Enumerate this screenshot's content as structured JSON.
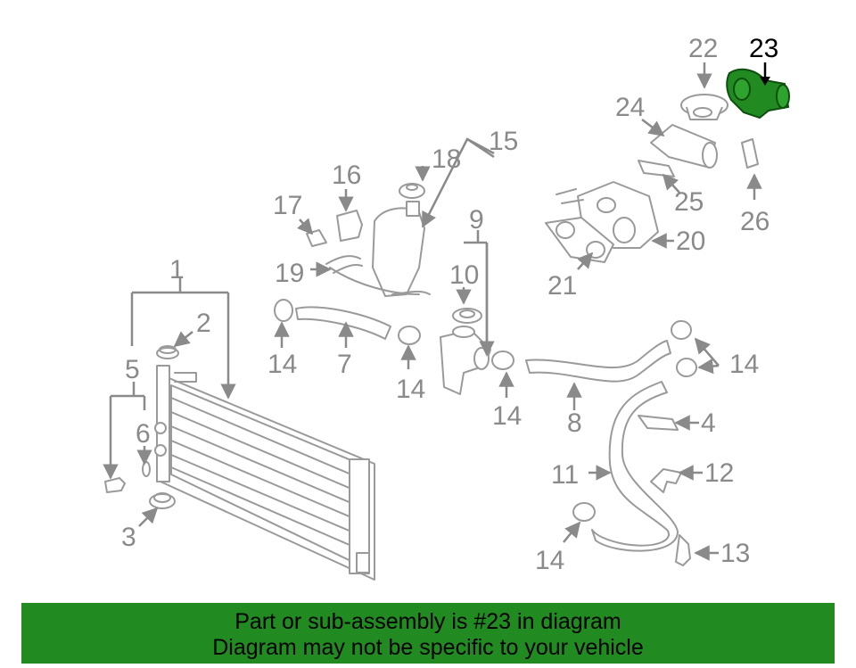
{
  "diagram": {
    "highlighted_part": "23",
    "highlight_color": "#218a21",
    "callouts": [
      "1",
      "2",
      "3",
      "4",
      "5",
      "6",
      "7",
      "8",
      "9",
      "10",
      "11",
      "12",
      "13",
      "14",
      "15",
      "16",
      "17",
      "18",
      "19",
      "20",
      "21",
      "22",
      "23",
      "24",
      "25",
      "26"
    ]
  },
  "banner": {
    "line1": "Part or sub-assembly is #23 in diagram",
    "line2": "Diagram may not be specific to your vehicle",
    "background": "#218a21"
  }
}
